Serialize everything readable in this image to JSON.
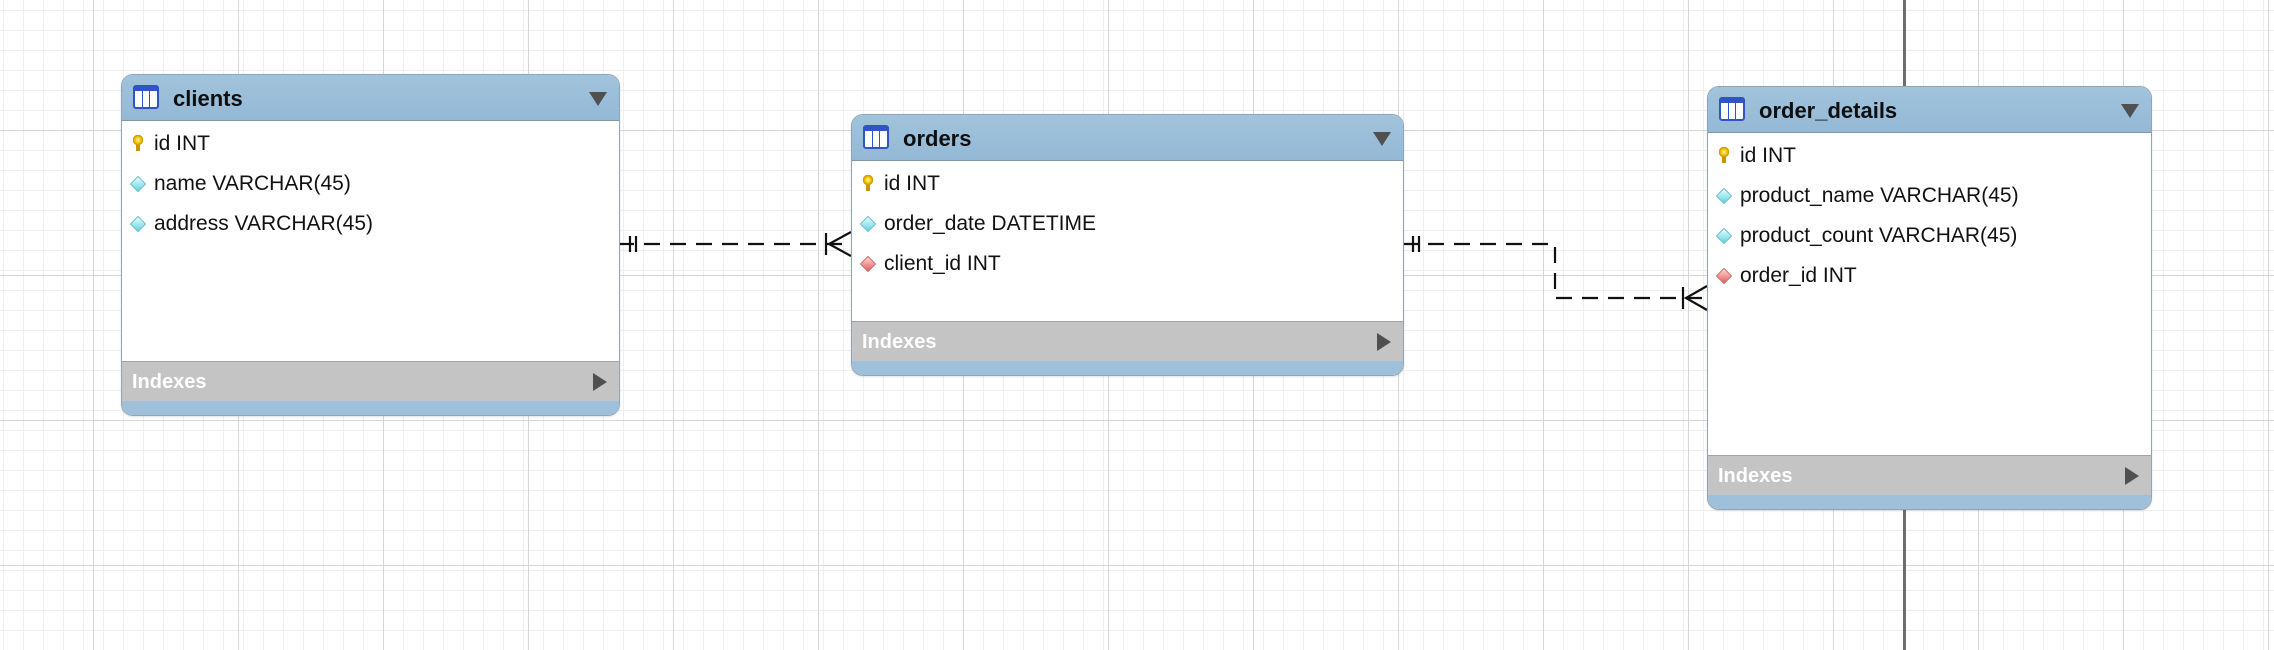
{
  "diagram": {
    "entities": [
      {
        "title": "clients",
        "columns": [
          {
            "name": "id INT",
            "icon": "primary-key-icon"
          },
          {
            "name": "name VARCHAR(45)",
            "icon": "column-diamond-icon"
          },
          {
            "name": "address VARCHAR(45)",
            "icon": "column-diamond-icon"
          }
        ],
        "indexes_label": "Indexes"
      },
      {
        "title": "orders",
        "columns": [
          {
            "name": "id INT",
            "icon": "primary-key-icon"
          },
          {
            "name": "order_date DATETIME",
            "icon": "column-diamond-icon"
          },
          {
            "name": "client_id INT",
            "icon": "foreign-key-icon"
          }
        ],
        "indexes_label": "Indexes"
      },
      {
        "title": "order_details",
        "columns": [
          {
            "name": "id INT",
            "icon": "primary-key-icon"
          },
          {
            "name": "product_name VARCHAR(45)",
            "icon": "column-diamond-icon"
          },
          {
            "name": "product_count VARCHAR(45)",
            "icon": "column-diamond-icon"
          },
          {
            "name": "order_id INT",
            "icon": "foreign-key-icon"
          }
        ],
        "indexes_label": "Indexes"
      }
    ],
    "relationships": [
      {
        "from": "clients",
        "to": "orders",
        "cardinality": "one-to-many",
        "line_style": "dashed"
      },
      {
        "from": "orders",
        "to": "order_details",
        "cardinality": "one-to-many",
        "line_style": "dashed"
      }
    ],
    "colors": {
      "header": "#97bbd7",
      "indexes_bar": "#c4c4c4",
      "table_icon": "#2f55c4",
      "primary_key": "#f3c400",
      "column_diamond": "#63d2e0",
      "foreign_key": "#e06060"
    }
  }
}
